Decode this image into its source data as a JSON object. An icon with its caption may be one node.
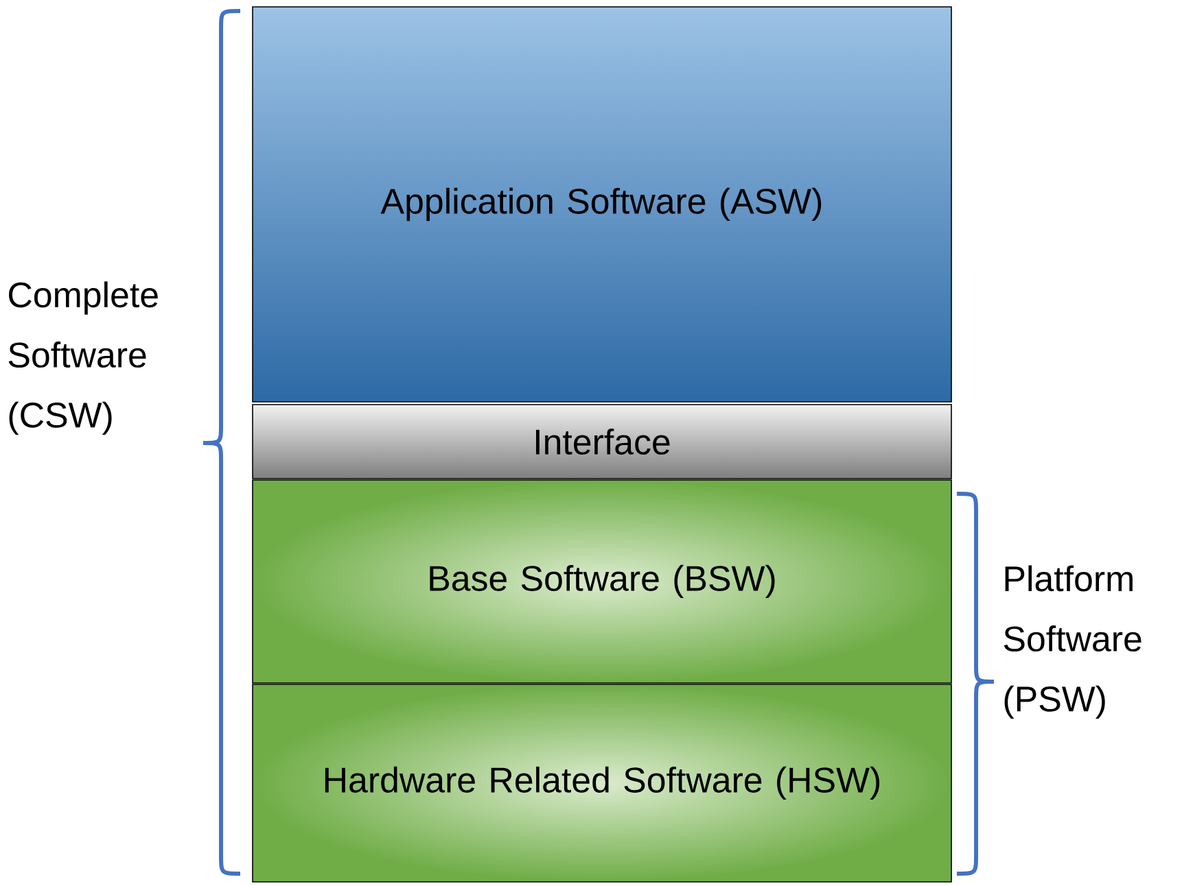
{
  "diagram": {
    "nodes": [
      {
        "text": [
          "Application Software (ASW)"
        ]
      },
      {
        "text": [
          "Interface"
        ]
      },
      {
        "text": [
          "Base Software (BSW)"
        ]
      },
      {
        "text": [
          "Hardware Related Software (HSW)"
        ]
      }
    ],
    "labels": [
      "Complete Software (CSW)",
      "Platform Software (PSW)"
    ]
  }
}
